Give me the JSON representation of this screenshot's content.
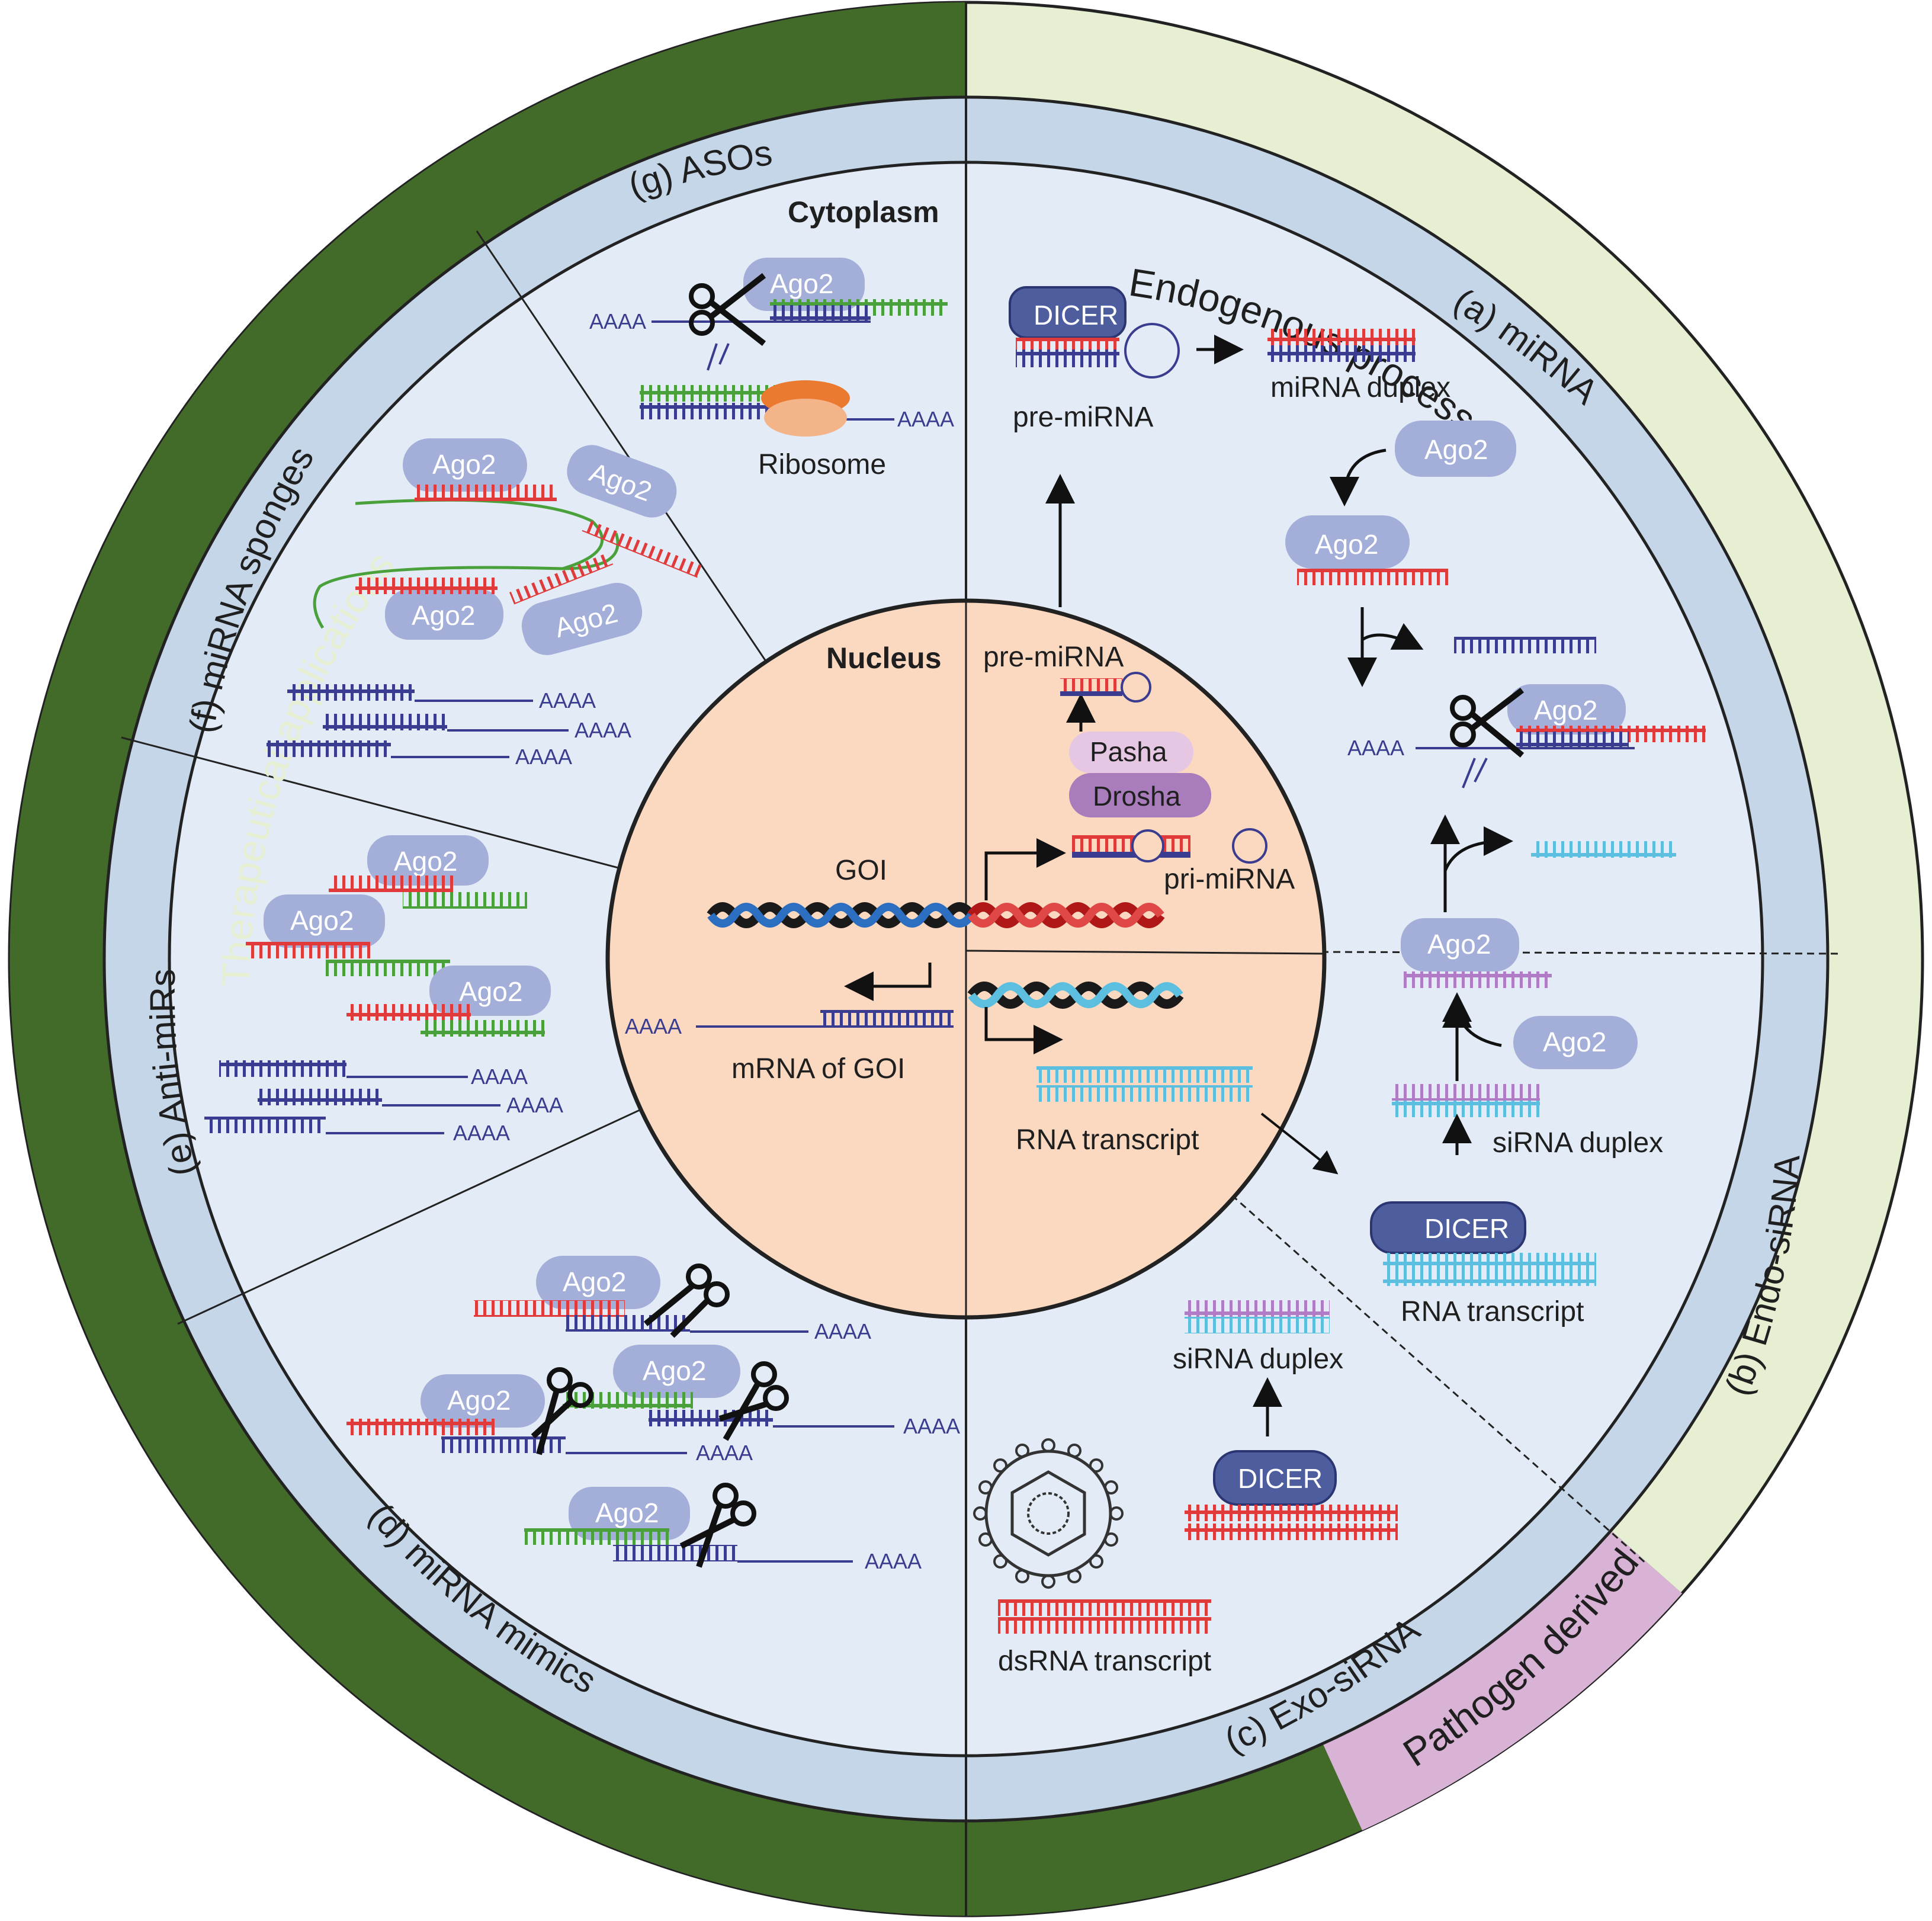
{
  "bands": {
    "therapeutic": "Therapeutical applications",
    "endogenous": "Endogenous processes",
    "pathogen": "Pathogen derived"
  },
  "sections": {
    "a": "(a) miRNA",
    "b": "(b) Endo-siRNA",
    "c": "(c) Exo-siRNA",
    "d": "(d) miRNA mimics",
    "e": "(e) Anti-miRs",
    "f": "(f) miRNA sponges",
    "g": "(g) ASOs"
  },
  "compartments": {
    "cytoplasm": "Cytoplasm",
    "nucleus": "Nucleus"
  },
  "labels": {
    "goi": "GOI",
    "mrna_goi": "mRNA of GOI",
    "pre_mirna": "pre-miRNA",
    "pri_mirna": "pri-miRNA",
    "rna_transcript": "RNA transcript",
    "mirna_duplex": "miRNA duplex",
    "sirna_duplex": "siRNA duplex",
    "dsrna_transcript": "dsRNA transcript",
    "ribosome": "Ribosome",
    "polya": "AAAA"
  },
  "proteins": {
    "dicer": "DICER",
    "ago2": "Ago2",
    "pasha": "Pasha",
    "drosha": "Drosha"
  },
  "colors": {
    "therapeutic_band": "#426b2a",
    "endogenous_band": "#e6efd2",
    "pathogen_band": "#d9b3d6",
    "ring": "#c5d6e9",
    "cytoplasm": "#e3ecf6",
    "nucleus": "#fbd9c0",
    "ago2": "#a4afd9",
    "dicer": "#4d5d9e",
    "pasha": "#e5c6e3",
    "drosha": "#a97cbb",
    "strand_red": "#e03a3a",
    "strand_green": "#4aa13b",
    "strand_navy": "#3a3d8f",
    "strand_cyan": "#5cbfdf",
    "strand_purple": "#b07cc6"
  }
}
